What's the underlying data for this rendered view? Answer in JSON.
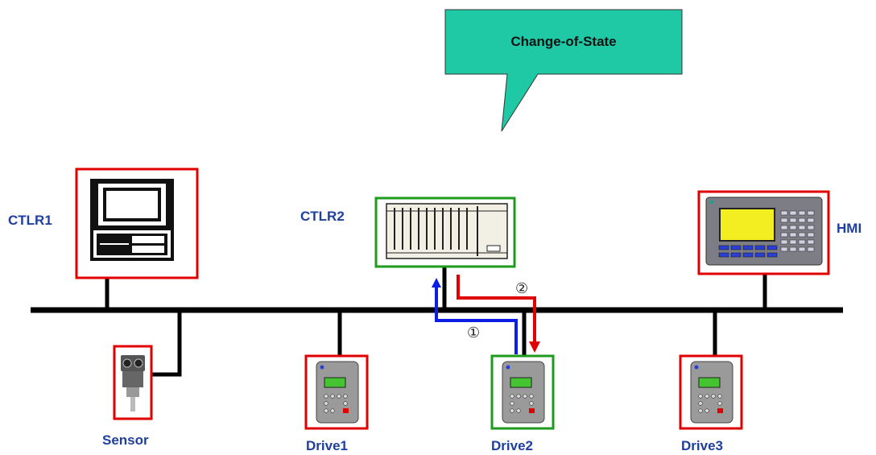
{
  "callout": {
    "text": "Change-of-State"
  },
  "nodes": {
    "ctlr1": {
      "label": "CTLR1"
    },
    "ctlr2": {
      "label": "CTLR2"
    },
    "hmi": {
      "label": "HMI"
    },
    "sensor": {
      "label": "Sensor"
    },
    "drive1": {
      "label": "Drive1"
    },
    "drive2": {
      "label": "Drive2"
    },
    "drive3": {
      "label": "Drive3"
    }
  },
  "steps": {
    "step1": "①",
    "step2": "②"
  },
  "colors": {
    "label_blue": "#1f3f9f",
    "highlight_red": "#e00000",
    "highlight_green": "#1e9a1e",
    "callout_fill": "#1fc9a6",
    "arrow_blue": "#0a1ee6",
    "arrow_red": "#e00000"
  }
}
